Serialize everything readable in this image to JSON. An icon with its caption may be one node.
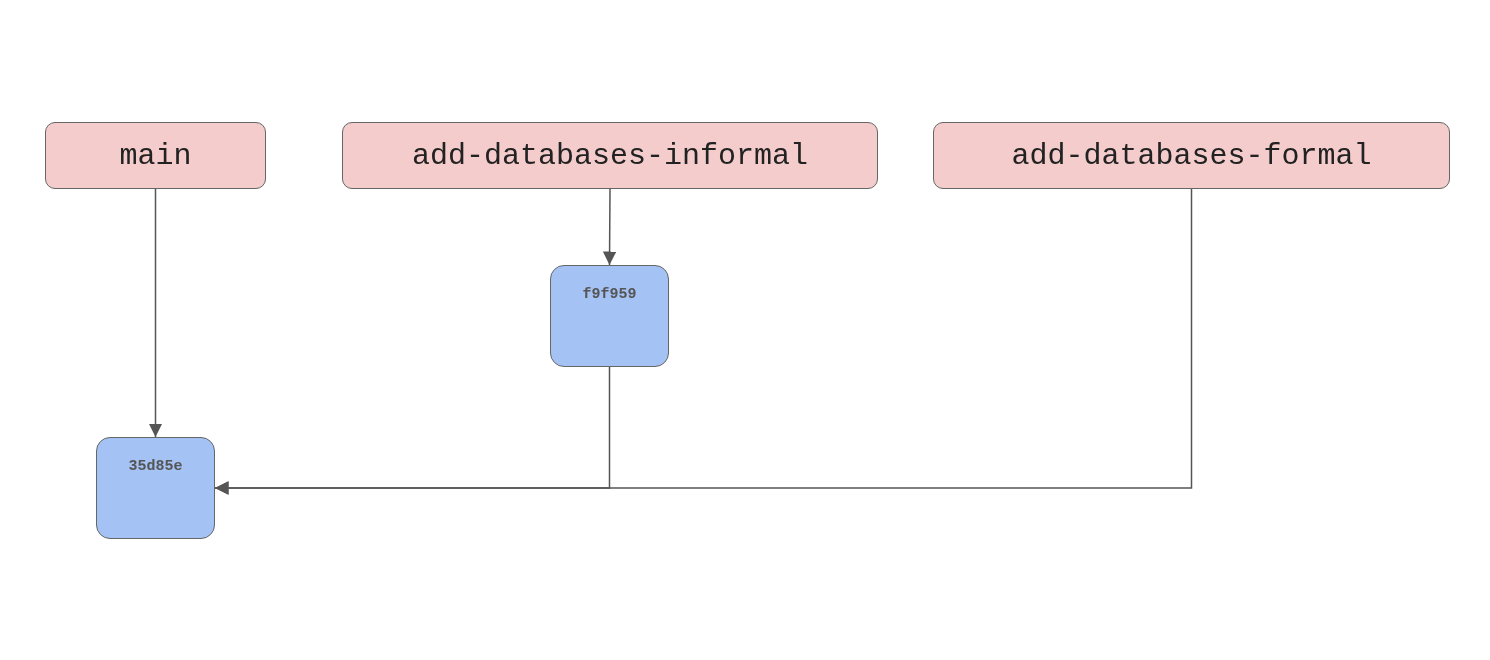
{
  "diagram": {
    "nodes": [
      {
        "text": [
          "main"
        ]
      },
      {
        "text": [
          "add-databases-informal"
        ]
      },
      {
        "text": [
          "add-databases-formal"
        ]
      },
      {
        "text": [
          "f9f959"
        ]
      },
      {
        "text": [
          "35d85e"
        ]
      }
    ],
    "edges": [
      {
        "from": 0,
        "to": 4,
        "arrow": "to"
      },
      {
        "from": 1,
        "to": 3,
        "arrow": "to"
      },
      {
        "from": 3,
        "to": 4,
        "arrow": "to"
      },
      {
        "from": 2,
        "to": 4,
        "arrow": "to"
      }
    ]
  }
}
